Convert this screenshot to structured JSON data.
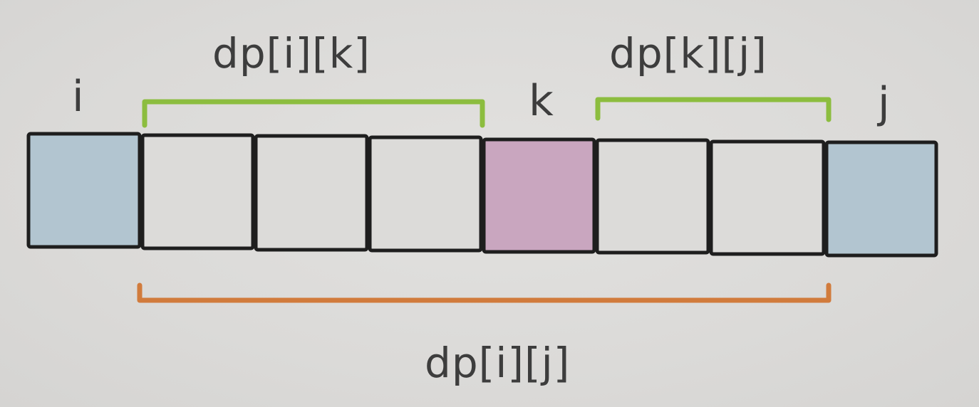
{
  "labels": {
    "i": "i",
    "k": "k",
    "j": "j",
    "dp_ik": "dp[i][k]",
    "dp_kj": "dp[k][j]",
    "dp_ij": "dp[i][j]"
  },
  "cells": [
    {
      "role": "i",
      "color": "#b2c5d0"
    },
    {
      "role": "between",
      "color": "#dcdbd9"
    },
    {
      "role": "between",
      "color": "#dcdbd9"
    },
    {
      "role": "between",
      "color": "#dcdbd9"
    },
    {
      "role": "k",
      "color": "#c9a6bf"
    },
    {
      "role": "between",
      "color": "#dcdbd9"
    },
    {
      "role": "between",
      "color": "#dcdbd9"
    },
    {
      "role": "j",
      "color": "#b2c5d0"
    }
  ],
  "colors": {
    "endpoint": "#b2c5d0",
    "split": "#c9a6bf",
    "sub_bracket": "#8cbd3f",
    "full_bracket": "#d17b3c",
    "cell_border": "#1e1e1e",
    "text": "#3d3d3d"
  }
}
